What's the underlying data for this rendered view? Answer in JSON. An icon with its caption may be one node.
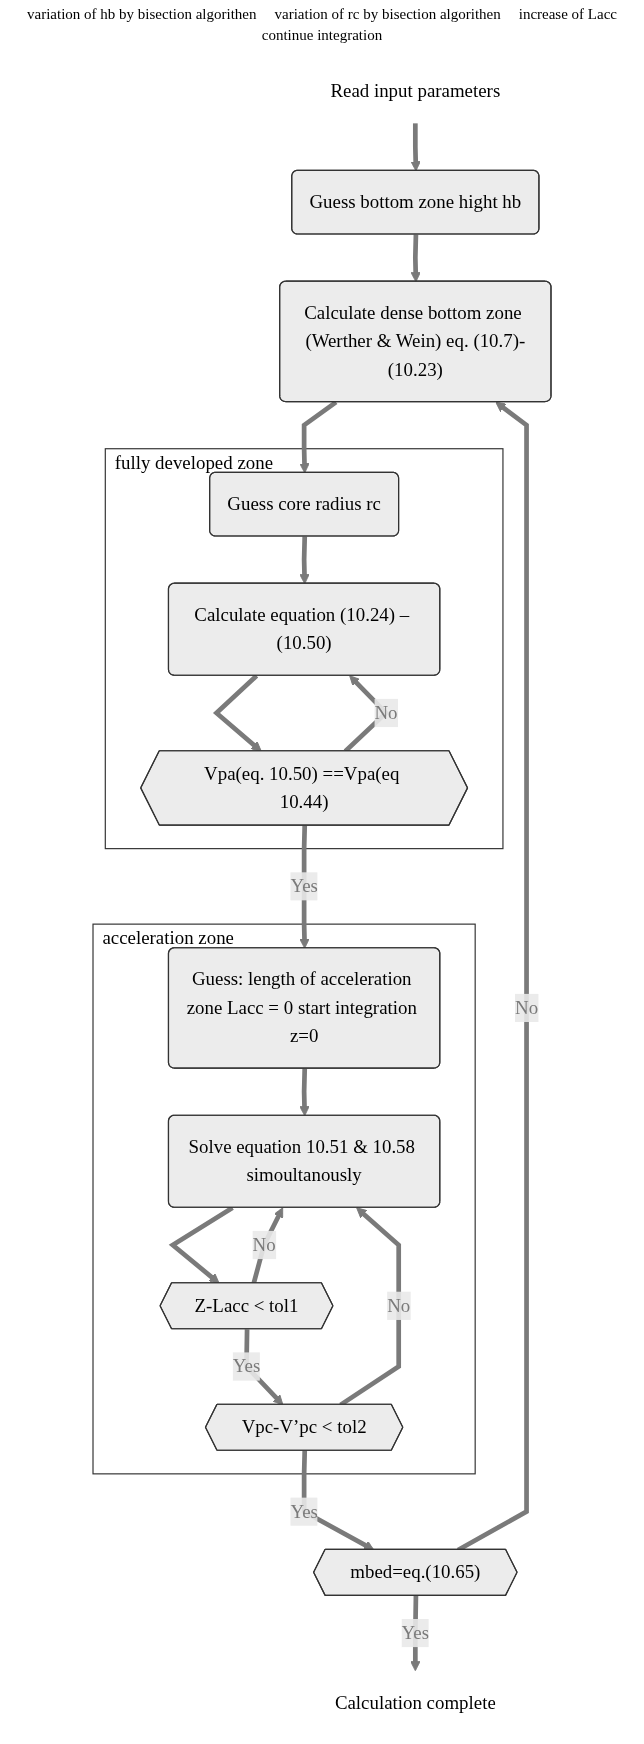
{
  "diagram": {
    "nodes": [
      {
        "text": [
          "Read input parameters"
        ]
      },
      {
        "text": [
          "Guess bottom zone hight hb"
        ]
      },
      {
        "text": [
          "Calculate dense bottom zone (Werther & Wein) eq. (10.7)-(10.23)"
        ]
      },
      {
        "text": [
          "fully developed zone"
        ]
      },
      {
        "text": [
          "Guess core radius rc"
        ],
        "in": 3
      },
      {
        "text": [
          "Calculate equation (10.24) – (10.50)"
        ],
        "in": 3
      },
      {
        "text": [
          "Vpa(eq. 10.50) ==Vpa(eq 10.44)"
        ],
        "in": 3
      },
      {
        "text": [
          "acceleration zone"
        ]
      },
      {
        "text": [
          "Guess: length of acceleration zone Lacc = 0 start integration z=0"
        ],
        "in": 7
      },
      {
        "text": [
          "Solve equation 10.51 & 10.58 simoultanously"
        ],
        "in": 7
      },
      {
        "text": [
          "Z-Lacc < tol1"
        ],
        "in": 7
      },
      {
        "text": [
          "Vpc-V’pc < tol2"
        ],
        "in": 7
      },
      {
        "text": [
          "mbed=eq.(10.65)"
        ]
      },
      {
        "text": [
          "Calculation complete"
        ]
      }
    ],
    "edges": [
      {
        "from": 0,
        "to": 1,
        "arrow": "to"
      },
      {
        "from": 1,
        "to": 2,
        "arrow": "to"
      },
      {
        "from": 2,
        "to": 4,
        "arrow": "to"
      },
      {
        "from": 4,
        "to": 5,
        "arrow": "to"
      },
      {
        "from": 5,
        "to": 6,
        "arrow": "to"
      },
      {
        "from": 6,
        "to": 5,
        "label": "No",
        "arrow": "to"
      },
      {
        "from": 6,
        "to": 8,
        "label": "Yes",
        "arrow": "to"
      },
      {
        "from": 8,
        "to": 9,
        "arrow": "to"
      },
      {
        "from": 9,
        "to": 10,
        "arrow": "to"
      },
      {
        "from": 10,
        "to": 9,
        "label": "No",
        "arrow": "to"
      },
      {
        "from": 10,
        "to": 11,
        "label": "Yes",
        "arrow": "to"
      },
      {
        "from": 11,
        "to": 9,
        "label": "No",
        "arrow": "to"
      },
      {
        "from": 11,
        "to": 12,
        "label": "Yes",
        "arrow": "to"
      },
      {
        "from": 12,
        "to": 2,
        "label": "No",
        "arrow": "to"
      },
      {
        "from": 12,
        "to": 13,
        "label": "Yes",
        "arrow": "to"
      }
    ],
    "labels": [
      "variation of hb by bisection algorithen",
      "variation of rc by bisection algorithen",
      "increase of Lacc",
      "continue integration"
    ]
  }
}
